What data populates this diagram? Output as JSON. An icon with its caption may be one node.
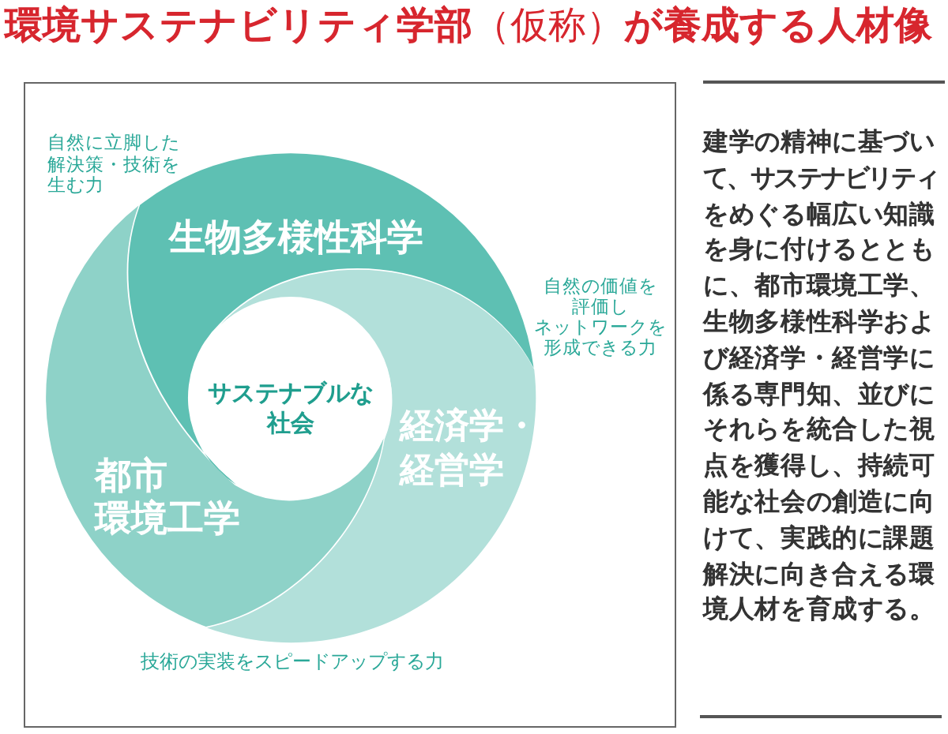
{
  "diagram": {
    "title": "**環境サステナビリティ学部**（仮称）**が養成する人材像**",
    "nodes": [
      {
        "text": [
          "生物多様性科学"
        ]
      },
      {
        "text": [
          "サステナブルな社会"
        ]
      },
      {
        "text": [
          "経済学・経営学"
        ]
      },
      {
        "text": [
          "都市環境工学"
        ]
      }
    ],
    "labels": [
      "自然に立脚した解決策・技術を生む力",
      "自然の価値を評価しネットワークを形成できる力",
      "技術の実装をスピードアップする力",
      "建学の精神に基づいて、サステナビリティをめぐる幅広い知識を身に付けるとともに、都市環境工学、生物多様性科学および経済学・経営学に係る専門知、並びにそれらを統合した視点を獲得し、持続可能な社会の創造に向けて、実践的に課題解決に向き合える環境人材を育成する。"
    ]
  }
}
